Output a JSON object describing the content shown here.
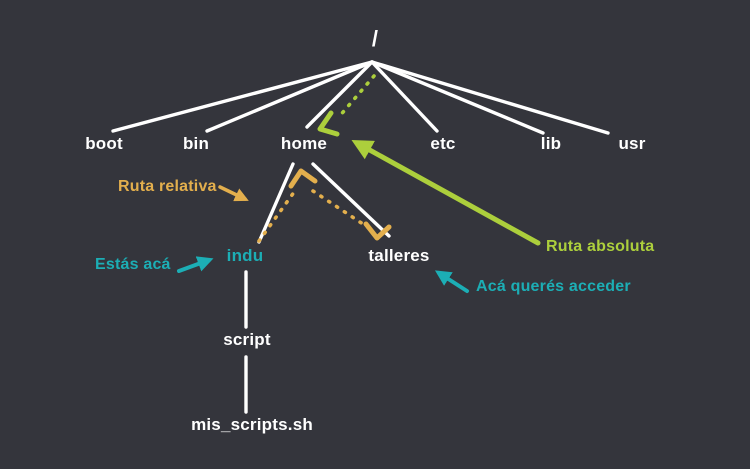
{
  "colors": {
    "background": "#34353C",
    "text": "#FFFFFF",
    "relative_path": "#E3AF4D",
    "current_location": "#1CAEB5",
    "absolute_path": "#ACCF3C"
  },
  "tree": {
    "root": {
      "label": "/"
    },
    "level1": [
      {
        "label": "boot"
      },
      {
        "label": "bin"
      },
      {
        "label": "home"
      },
      {
        "label": "etc"
      },
      {
        "label": "lib"
      },
      {
        "label": "usr"
      }
    ],
    "home_children": [
      {
        "label": "indu"
      },
      {
        "label": "talleres"
      }
    ],
    "indu_child": {
      "label": "script"
    },
    "script_child": {
      "label": "mis_scripts.sh"
    }
  },
  "annotations": {
    "ruta_relativa": {
      "label": "Ruta relativa"
    },
    "estas_aca": {
      "label": "Estás acá"
    },
    "ruta_absoluta": {
      "label": "Ruta absoluta"
    },
    "aca_queres_acceder": {
      "label": "Acá querés acceder"
    }
  }
}
